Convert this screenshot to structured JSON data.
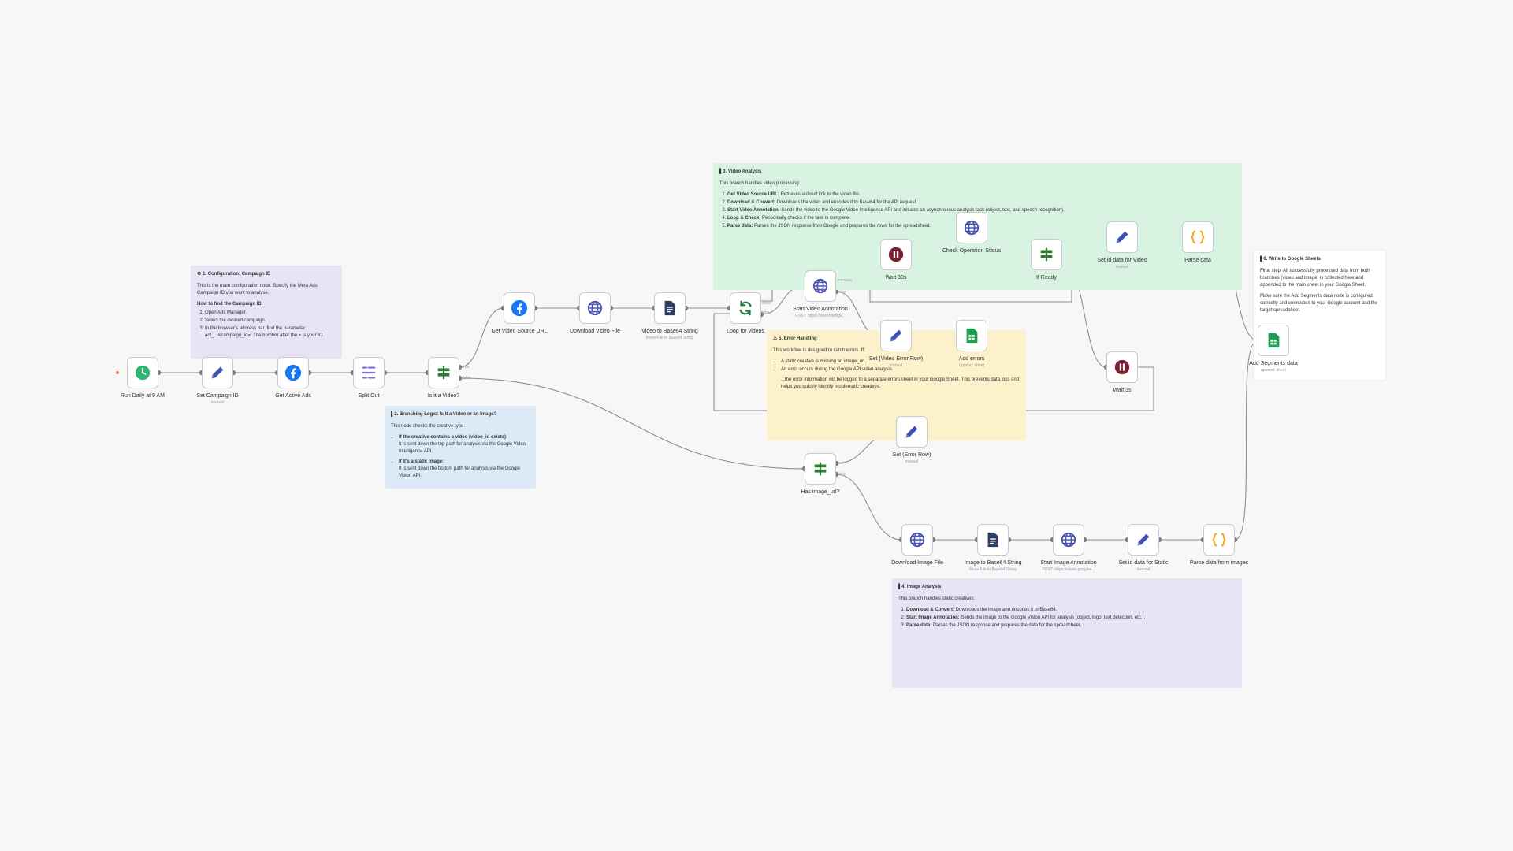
{
  "colors": {
    "sticky_purple": "#e8e4f6",
    "sticky_blue": "#dceaf8",
    "sticky_green": "#d9f3e3",
    "sticky_yellow": "#fdf1cc",
    "sticky_white": "#ffffff",
    "edge": "#8d8d95",
    "icon_facebook": "#1877f2",
    "icon_pencil": "#3f51b5",
    "icon_globe": "#4a53b8",
    "icon_sheets": "#1e9e4f",
    "icon_wait": "#7b1f2e",
    "icon_if": "#2e7d32",
    "icon_code": "#f5a623",
    "icon_schedule": "#2bb673"
  },
  "stickies": {
    "config": {
      "title": "⚙ 1. Configuration: Campaign ID",
      "intro": "This is the main configuration node. Specify the Meta Ads Campaign ID you want to analyse.",
      "head": "How to find the Campaign ID:",
      "steps": [
        "Open Ads Manager.",
        "Select the desired campaign.",
        "In the browser's address bar, find the parameter act_...&campaign_id=. The number after the = is your ID."
      ]
    },
    "branching": {
      "title": "▌2. Branching Logic: Is it a Video or an Image?",
      "intro": "This node checks the creative type.",
      "bullets": [
        {
          "head": "If the creative contains a video (video_id exists):",
          "body": "It is sent down the top path for analysis via the Google Video Intelligence API."
        },
        {
          "head": "If it's a static image:",
          "body": "It is sent down the bottom path for analysis via the Google Vision API."
        }
      ]
    },
    "video": {
      "title": "▌3. Video Analysis",
      "intro": "This branch handles video processing:",
      "steps": [
        {
          "head": "Get Video Source URL:",
          "body": " Retrieves a direct link to the video file."
        },
        {
          "head": "Download & Convert:",
          "body": " Downloads the video and encodes it to Base64 for the API request."
        },
        {
          "head": "Start Video Annotation:",
          "body": " Sends the video to the Google Video Intelligence API and initiates an asynchronous analysis task (object, text, and speech recognition)."
        },
        {
          "head": "Loop & Check:",
          "body": " Periodically checks if the task is complete."
        },
        {
          "head": "Parse data:",
          "body": " Parses the JSON response from Google and prepares the rows for the spreadsheet."
        }
      ]
    },
    "error": {
      "title": "⚠ 5. Error Handling",
      "intro": "This workflow is designed to catch errors. If:",
      "bullets": [
        "A static creative is missing an image_url.",
        "An error occurs during the Google API video analysis."
      ],
      "outro": "...the error information will be logged to a separate errors sheet in your Google Sheet. This prevents data loss and helps you quickly identify problematic creatives."
    },
    "sheets": {
      "title": "▌6. Write to Google Sheets",
      "intro": "Final step. All successfully processed data from both branches (video and image) is collected here and appended to the main sheet in your Google Sheet.",
      "body": "Make sure the Add Segments data node is configured correctly and connected to your Google account and the target spreadsheet."
    },
    "image": {
      "title": "▌4. Image Analysis",
      "intro": "This branch handles static creatives:",
      "steps": [
        {
          "head": "Download & Convert:",
          "body": " Downloads the image and encodes it to Base64."
        },
        {
          "head": "Start Image Annotation:",
          "body": " Sends the image to the Google Vision API for analysis (object, logo, text detection, etc.)."
        },
        {
          "head": "Parse data:",
          "body": " Parses the JSON response and prepares the data for the spreadsheet."
        }
      ]
    }
  },
  "nodes": {
    "run_daily": {
      "label": "Run Daily at 9 AM",
      "sub": "",
      "icon": "clock-icon"
    },
    "set_campaign": {
      "label": "Set Campaign ID",
      "sub": "manual",
      "icon": "pencil-icon"
    },
    "get_active_ads": {
      "label": "Get Active Ads",
      "sub": "",
      "icon": "facebook-icon"
    },
    "split_out": {
      "label": "Split Out",
      "sub": "",
      "icon": "split-icon"
    },
    "is_video": {
      "label": "Is it a Video?",
      "sub": "",
      "icon": "if-icon"
    },
    "get_video_url": {
      "label": "Get Video Source URL",
      "sub": "",
      "icon": "facebook-icon"
    },
    "download_video": {
      "label": "Download Video File",
      "sub": "",
      "icon": "globe-icon"
    },
    "video_base64": {
      "label": "Video to Base64 String",
      "sub": "Move File to Base64 String",
      "icon": "file-convert-icon"
    },
    "loop_videos": {
      "label": "Loop for videos",
      "sub": "",
      "icon": "loop-icon"
    },
    "start_video_annotation": {
      "label": "Start Video Annotation",
      "sub": "POST: https://videointellige...",
      "icon": "globe-icon"
    },
    "wait_30": {
      "label": "Wait 30s",
      "sub": "",
      "icon": "pause-icon"
    },
    "check_status": {
      "label": "Check Operation Status",
      "sub": "",
      "icon": "globe-icon"
    },
    "if_ready": {
      "label": "If Ready",
      "sub": "",
      "icon": "if-icon"
    },
    "set_id_video": {
      "label": "Set id data for Video",
      "sub": "manual",
      "icon": "pencil-icon"
    },
    "parse_data": {
      "label": "Parse data",
      "sub": "",
      "icon": "code-icon"
    },
    "set_video_error": {
      "label": "Set (Video Error Row)",
      "sub": "manual",
      "icon": "pencil-icon"
    },
    "add_errors": {
      "label": "Add errors",
      "sub": "append: sheet",
      "icon": "sheets-icon"
    },
    "wait_3": {
      "label": "Wait 3s",
      "sub": "",
      "icon": "pause-icon"
    },
    "set_error_row": {
      "label": "Set (Error Row)",
      "sub": "manual",
      "icon": "pencil-icon"
    },
    "has_image": {
      "label": "Has image_url?",
      "sub": "",
      "icon": "if-icon"
    },
    "download_image": {
      "label": "Download Image File",
      "sub": "",
      "icon": "globe-icon"
    },
    "image_base64": {
      "label": "Image to Base64 String",
      "sub": "Move File to Base64 String",
      "icon": "file-convert-icon"
    },
    "start_image_annotation": {
      "label": "Start Image Annotation",
      "sub": "POST: https://vision.googlea...",
      "icon": "globe-icon"
    },
    "set_id_static": {
      "label": "Set id data for Static",
      "sub": "manual",
      "icon": "pencil-icon"
    },
    "parse_images": {
      "label": "Parse data from images",
      "sub": "",
      "icon": "code-icon"
    },
    "add_segments": {
      "label": "Add Segments data",
      "sub": "append: sheet",
      "icon": "sheets-icon"
    }
  },
  "ports": {
    "is_video_true": "true",
    "is_video_false": "false",
    "loop_done": "done",
    "loop_loop": "loop",
    "start_video_success": "success",
    "start_video_error": "error",
    "has_image_true": "true",
    "has_image_false": "false"
  }
}
